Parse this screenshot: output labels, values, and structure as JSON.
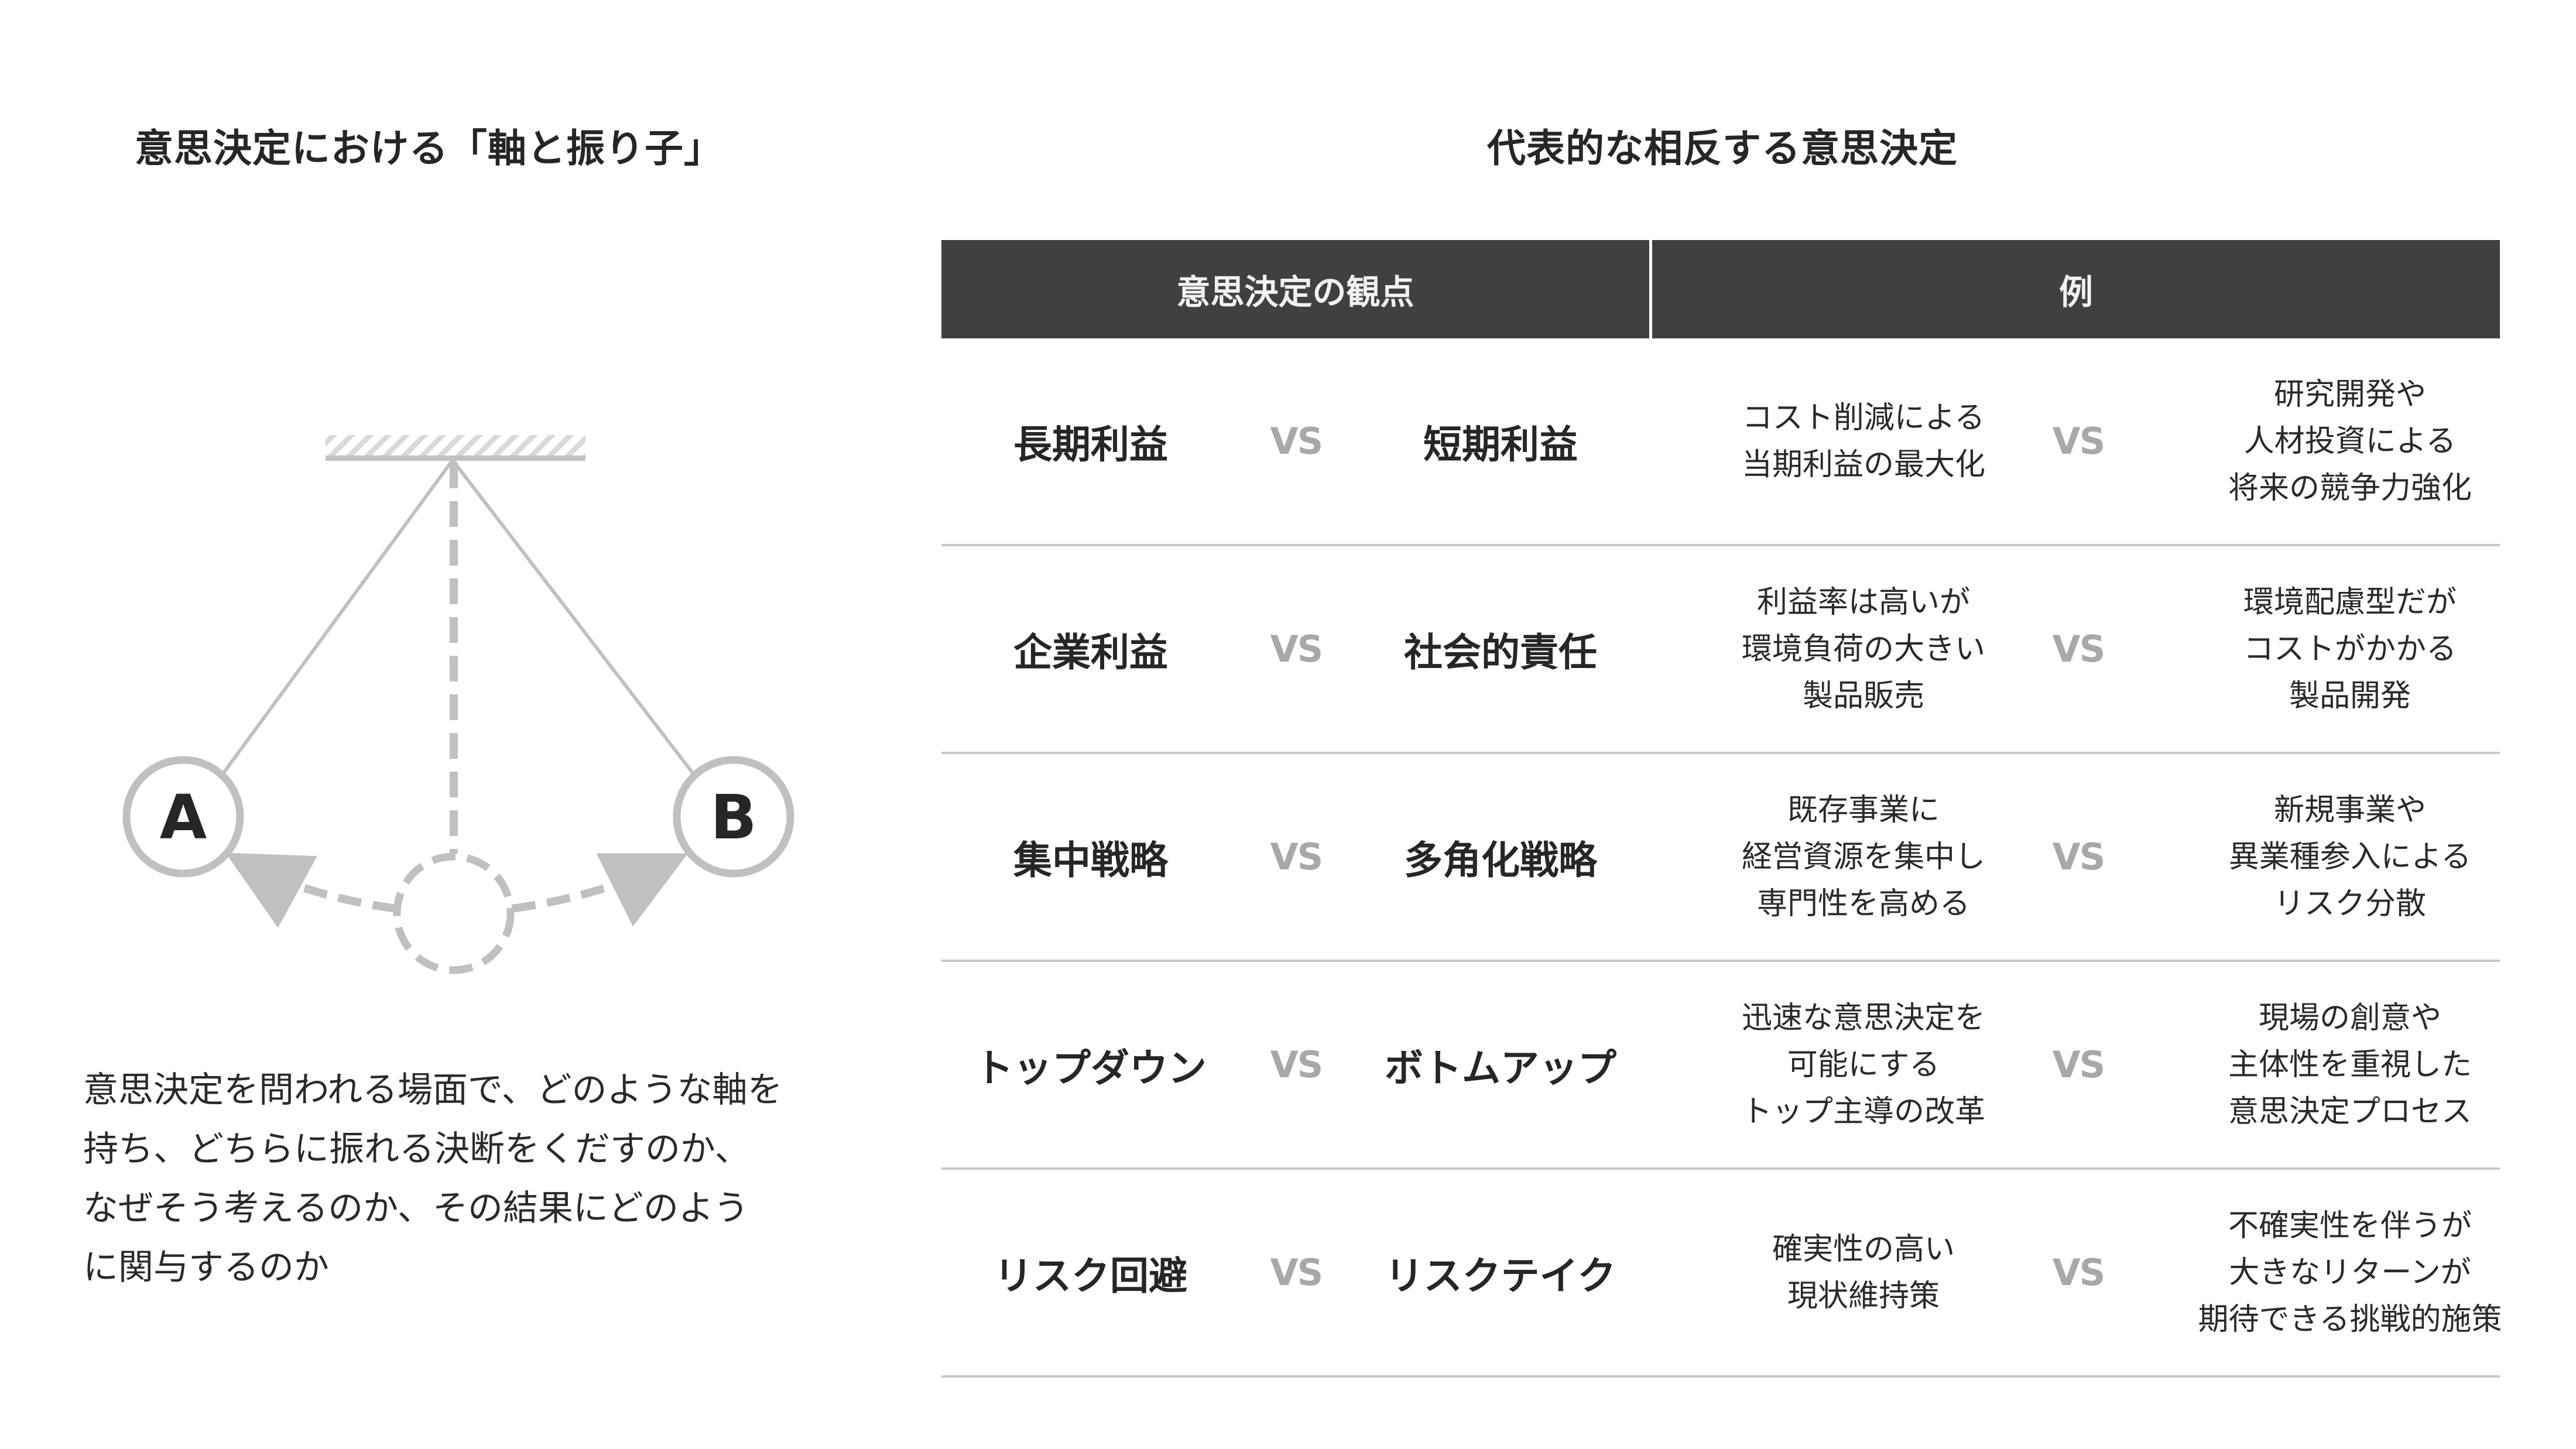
{
  "left_panel": {
    "title": "意思決定における「軸と振り子」",
    "diagram": {
      "label_a": "A",
      "label_b": "B",
      "colors": {
        "stroke": "#c0c0c0",
        "hatch": "#d9d9d9",
        "letter": "#262626"
      }
    },
    "description_lines": [
      "意思決定を問われる場面で、どのような軸を",
      "持ち、どちらに振れる決断をくだすのか、",
      "なぜそう考えるのか、その結果にどのよう",
      "に関与するのか"
    ]
  },
  "right_panel": {
    "title": "代表的な相反する意思決定",
    "table": {
      "header_bg": "#404040",
      "headers": [
        "意思決定の観点",
        "例"
      ],
      "vs_label": "VS",
      "rows": [
        {
          "a": "長期利益",
          "b": "短期利益",
          "example_a": [
            "コスト削減による",
            "当期利益の最大化"
          ],
          "example_b": [
            "研究開発や",
            "人材投資による",
            "将来の競争力強化"
          ]
        },
        {
          "a": "企業利益",
          "b": "社会的責任",
          "example_a": [
            "利益率は高いが",
            "環境負荷の大きい",
            "製品販売"
          ],
          "example_b": [
            "環境配慮型だが",
            "コストがかかる",
            "製品開発"
          ]
        },
        {
          "a": "集中戦略",
          "b": "多角化戦略",
          "example_a": [
            "既存事業に",
            "経営資源を集中し",
            "専門性を高める"
          ],
          "example_b": [
            "新規事業や",
            "異業種参入による",
            "リスク分散"
          ]
        },
        {
          "a": "トップダウン",
          "b": "ボトムアップ",
          "example_a": [
            "迅速な意思決定を",
            "可能にする",
            "トップ主導の改革"
          ],
          "example_b": [
            "現場の創意や",
            "主体性を重視した",
            "意思決定プロセス"
          ]
        },
        {
          "a": "リスク回避",
          "b": "リスクテイク",
          "example_a": [
            "確実性の高い",
            "現状維持策"
          ],
          "example_b": [
            "不確実性を伴うが",
            "大きなリターンが",
            "期待できる挑戦的施策"
          ]
        }
      ]
    }
  }
}
